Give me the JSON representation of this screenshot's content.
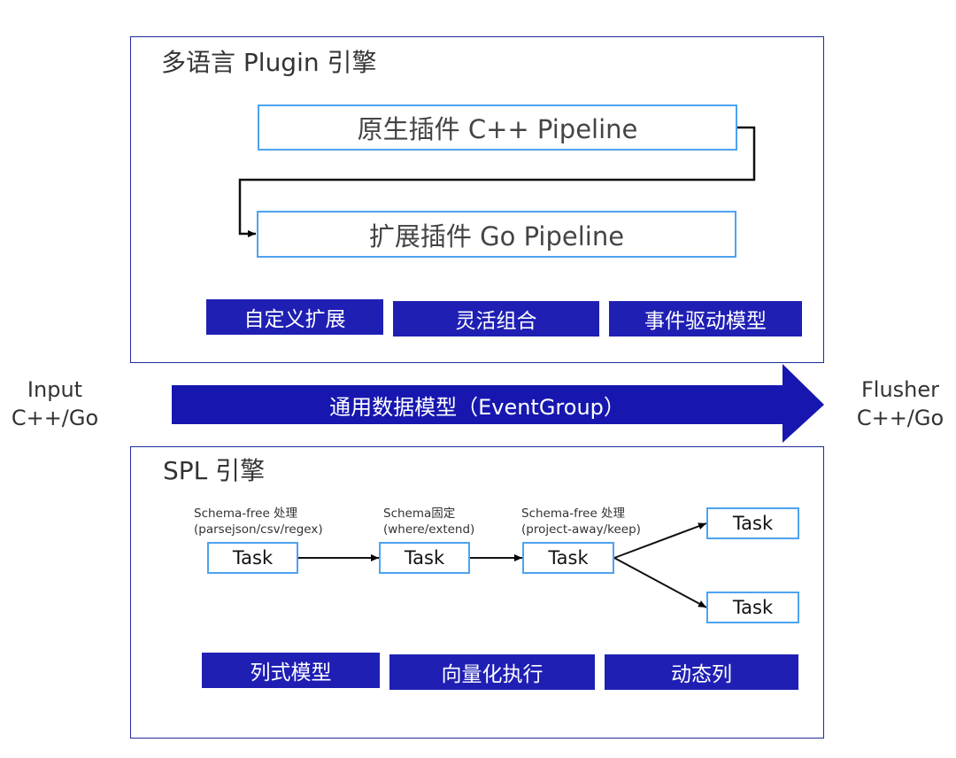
{
  "plugin_engine": {
    "title": "多语言 Plugin 引擎",
    "native_pipeline": "原生插件 C++ Pipeline",
    "extension_pipeline": "扩展插件 Go Pipeline",
    "features": [
      "自定义扩展",
      "灵活组合",
      "事件驱动模型"
    ]
  },
  "data_model": {
    "label": "通用数据模型（EventGroup）",
    "input": {
      "line1": "Input",
      "line2": "C++/Go"
    },
    "flusher": {
      "line1": "Flusher",
      "line2": "C++/Go"
    }
  },
  "spl_engine": {
    "title": "SPL 引擎",
    "stages": [
      {
        "caption1": "Schema-free 处理",
        "caption2": "(parsejson/csv/regex)",
        "task": "Task"
      },
      {
        "caption1": "Schema固定",
        "caption2": "(where/extend)",
        "task": "Task"
      },
      {
        "caption1": "Schema-free 处理",
        "caption2": "(project-away/keep)",
        "task": "Task"
      }
    ],
    "outputs": [
      "Task",
      "Task"
    ],
    "features": [
      "列式模型",
      "向量化执行",
      "动态列"
    ]
  },
  "colors": {
    "panel_border": "#1F2A9E",
    "box_border": "#4DA3F0",
    "tag_fill": "#1F1FB4",
    "band_fill": "#1717B0"
  }
}
